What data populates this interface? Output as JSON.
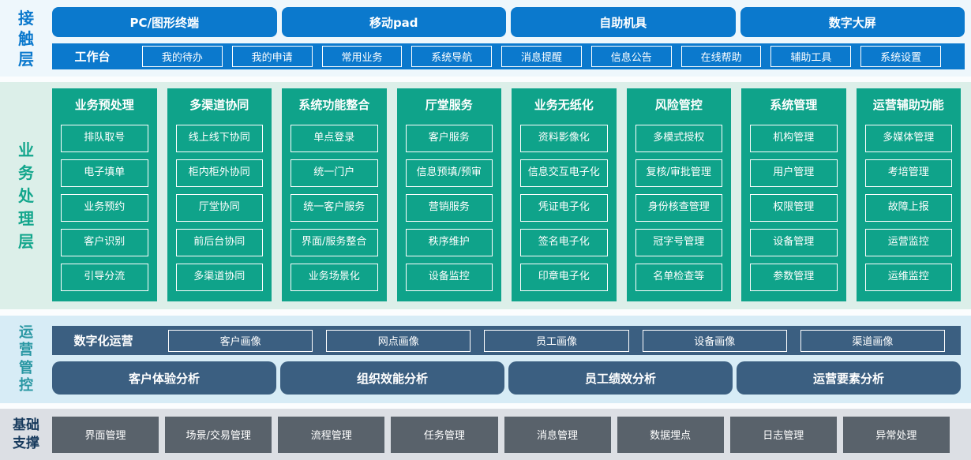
{
  "colors": {
    "blue_accent": "#0b79cd",
    "green_accent": "#0fa38a",
    "slate_accent": "#3b5f81",
    "gray_accent": "#59626b",
    "teal_label": "#2997a3",
    "navy_label": "#16395c"
  },
  "contact_layer": {
    "label": "接触层",
    "devices": [
      "PC/图形终端",
      "移动pad",
      "自助机具",
      "数字大屏"
    ],
    "workbench": {
      "label": "工作台",
      "items": [
        "我的待办",
        "我的申请",
        "常用业务",
        "系统导航",
        "消息提醒",
        "信息公告",
        "在线帮助",
        "辅助工具",
        "系统设置"
      ]
    }
  },
  "business_layer": {
    "label": "业务处理层",
    "columns": [
      {
        "title": "业务预处理",
        "items": [
          "排队取号",
          "电子填单",
          "业务预约",
          "客户识别",
          "引导分流"
        ]
      },
      {
        "title": "多渠道协同",
        "items": [
          "线上线下协同",
          "柜内柜外协同",
          "厅堂协同",
          "前后台协同",
          "多渠道协同"
        ]
      },
      {
        "title": "系统功能整合",
        "items": [
          "单点登录",
          "统一门户",
          "统一客户服务",
          "界面/服务整合",
          "业务场景化"
        ]
      },
      {
        "title": "厅堂服务",
        "items": [
          "客户服务",
          "信息预填/预审",
          "营销服务",
          "秩序维护",
          "设备监控"
        ]
      },
      {
        "title": "业务无纸化",
        "items": [
          "资料影像化",
          "信息交互电子化",
          "凭证电子化",
          "签名电子化",
          "印章电子化"
        ]
      },
      {
        "title": "风险管控",
        "items": [
          "多模式授权",
          "复核/审批管理",
          "身份核查管理",
          "冠字号管理",
          "名单检查等"
        ]
      },
      {
        "title": "系统管理",
        "items": [
          "机构管理",
          "用户管理",
          "权限管理",
          "设备管理",
          "参数管理"
        ]
      },
      {
        "title": "运营辅助功能",
        "items": [
          "多媒体管理",
          "考培管理",
          "故障上报",
          "运营监控",
          "运维监控"
        ]
      }
    ]
  },
  "operations_layer": {
    "label": "运营管控",
    "digital_ops": {
      "label": "数字化运营",
      "items": [
        "客户画像",
        "网点画像",
        "员工画像",
        "设备画像",
        "渠道画像"
      ]
    },
    "analysis": [
      "客户体验分析",
      "组织效能分析",
      "员工绩效分析",
      "运营要素分析"
    ]
  },
  "base_layer": {
    "label": "基础支撑",
    "items": [
      "界面管理",
      "场景/交易管理",
      "流程管理",
      "任务管理",
      "消息管理",
      "数据埋点",
      "日志管理",
      "异常处理"
    ]
  }
}
